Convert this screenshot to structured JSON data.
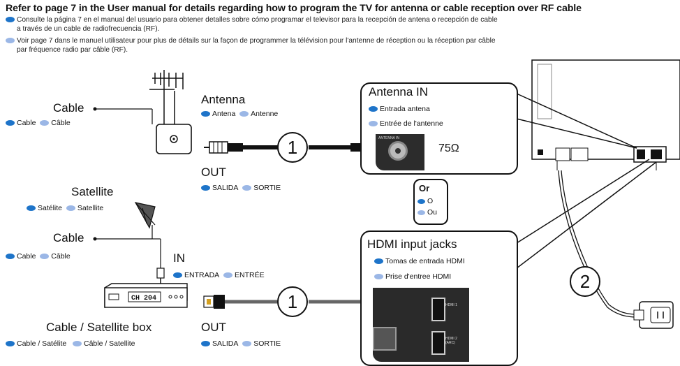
{
  "header": {
    "title": "Refer to page 7 in the User manual for details regarding how to program the TV for antenna or cable reception over RF cable",
    "es_line1": "Consulte la página 7 en el manual del usuario para obtener detalles sobre cómo programar el televisor para la recepción de antena o recepción de cable",
    "es_line2": "a través de un cable de radiofrecuencia (RF).",
    "fr_line1": "Voir page 7 dans le manuel utilisateur pour plus de détails sur la façon de programmer la télévision pour l'antenne de réception ou la réception par câble",
    "fr_line2": "par fréquence radio par câble (RF)."
  },
  "antenna_section": {
    "cable_label": "Cable",
    "cable_es": "Cable",
    "cable_fr": "Câble",
    "antenna_label": "Antenna",
    "antenna_es": "Antena",
    "antenna_fr": "Antenne",
    "out_label": "OUT",
    "out_es": "SALIDA",
    "out_fr": "SORTIE"
  },
  "antenna_in_box": {
    "title": "Antenna IN",
    "es": "Entrada antena",
    "fr": "Entrée de l'antenne",
    "impedance": "75Ω",
    "port_label": "ANTENNA IN"
  },
  "or_box": {
    "title": "Or",
    "es": "O",
    "fr": "Ou"
  },
  "satellite_section": {
    "satellite_label": "Satellite",
    "satellite_es": "Satélite",
    "satellite_fr": "Satellite",
    "cable_label": "Cable",
    "cable_es": "Cable",
    "cable_fr": "Câble",
    "in_label": "IN",
    "in_es": "ENTRADA",
    "in_fr": "ENTRÉE",
    "box_display": "CH 204",
    "box_label": "Cable / Satellite box",
    "box_es": "Cable / Satélite",
    "box_fr": "Câble / Satellite",
    "out_label": "OUT",
    "out_es": "SALIDA",
    "out_fr": "SORTIE"
  },
  "hdmi_box": {
    "title": "HDMI input jacks",
    "es": "Tomas de entrada HDMI",
    "fr": "Prise d'entree HDMI",
    "port1_label": "HDMI 1",
    "port2_label": "HDMI 2 (ARC)"
  },
  "steps": {
    "step1_top": "1",
    "step1_bottom": "1",
    "step2": "2"
  },
  "colors": {
    "spanish_dot": "#1e74c9",
    "french_dot": "#9bb7e6",
    "outline": "#111111"
  }
}
